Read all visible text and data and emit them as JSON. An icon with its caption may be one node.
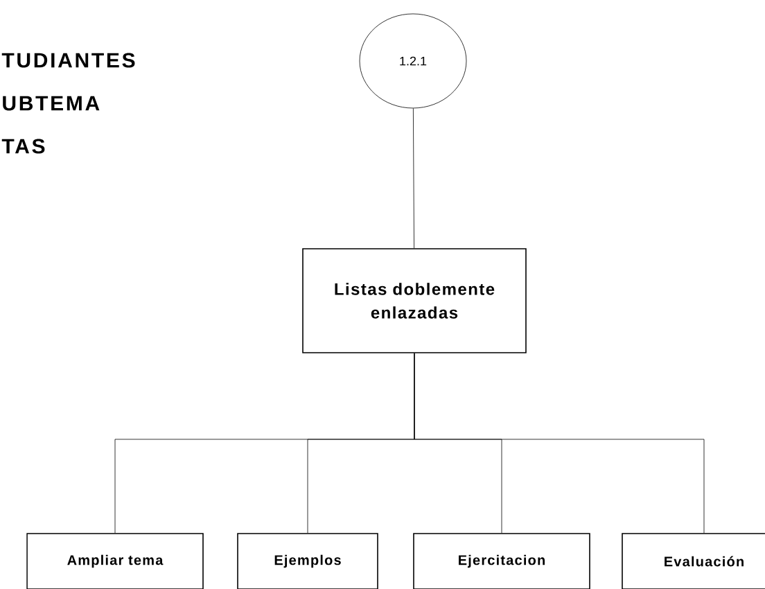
{
  "diagram": {
    "title": "TUDIANTES UBTEMA TAS",
    "nodes": [
      {
        "text": [
          "1.2.1"
        ]
      },
      {
        "text": [
          "Listas doblemente enlazadas"
        ]
      },
      {
        "text": [
          "Ampliar tema"
        ]
      },
      {
        "text": [
          "Ejemplos"
        ]
      },
      {
        "text": [
          "Ejercitacion"
        ]
      },
      {
        "text": [
          "Evaluación"
        ]
      }
    ],
    "edges": [
      {
        "from": 0,
        "to": 1,
        "arrow": "none"
      },
      {
        "from": 1,
        "to": 2,
        "arrow": "none"
      },
      {
        "from": 1,
        "to": 3,
        "arrow": "none"
      },
      {
        "from": 1,
        "to": 4,
        "arrow": "none"
      },
      {
        "from": 1,
        "to": 5,
        "arrow": "none"
      }
    ]
  }
}
